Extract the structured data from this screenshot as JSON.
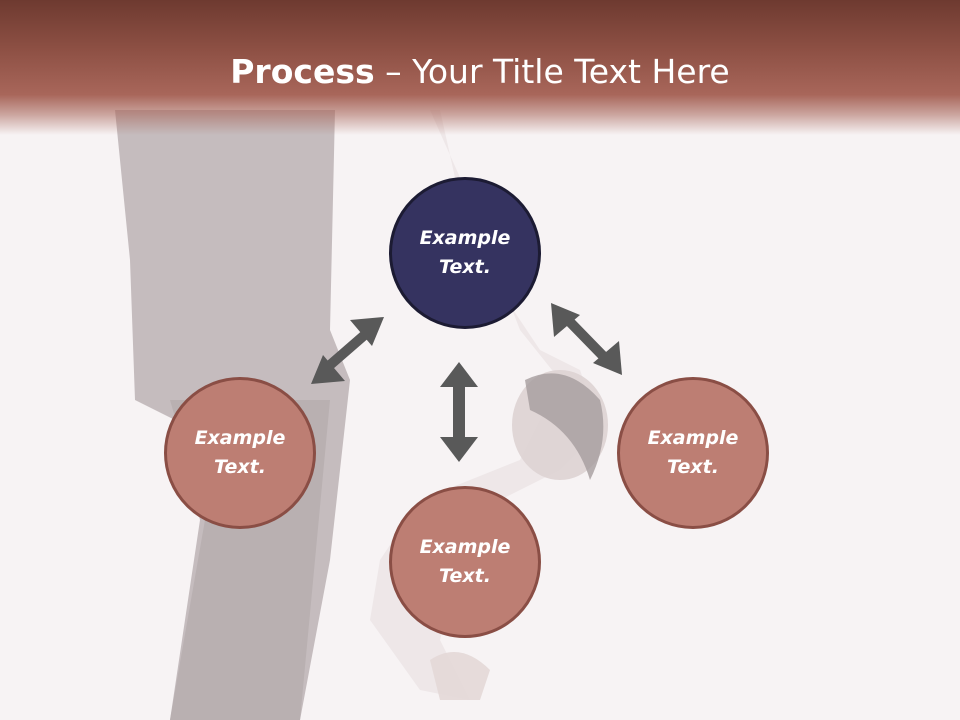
{
  "title": {
    "strong": "Process",
    "rest": " – Your Title Text Here"
  },
  "nodes": {
    "top": {
      "label": "Example Text."
    },
    "left": {
      "label": "Example Text."
    },
    "right": {
      "label": "Example Text."
    },
    "bottom": {
      "label": "Example Text."
    }
  },
  "colors": {
    "header": "#8c4f43",
    "primary_node": "#353360",
    "secondary_node": "#bd7e73",
    "arrow": "#595959"
  }
}
